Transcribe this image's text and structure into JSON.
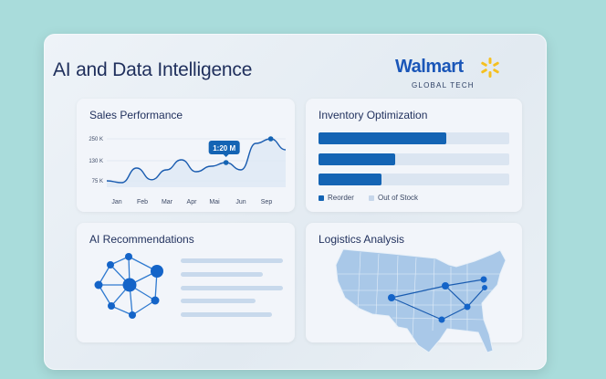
{
  "title": "AI and Data Intelligence",
  "logo": {
    "name": "Walmart",
    "subtitle": "GLOBAL TECH"
  },
  "colors": {
    "accent": "#1464b4",
    "background": "#a9dcdb"
  },
  "panels": {
    "sales": "Sales Performance",
    "inventory": "Inventory Optimization",
    "ai": "AI Recommendations",
    "logistics": "Logistics Analysis"
  },
  "chart_data": {
    "type": "line",
    "title": "Sales Performance",
    "x_labels": [
      "Jan",
      "Feb",
      "Mar",
      "Apr",
      "Mai",
      "Jun",
      "Sep"
    ],
    "y_ticks": [
      {
        "label": "75 K",
        "value": 75
      },
      {
        "label": "130 K",
        "value": 130
      },
      {
        "label": "250 K",
        "value": 250
      }
    ],
    "series": [
      {
        "name": "Sales",
        "values": [
          75,
          70,
          110,
          78,
          105,
          135,
          100,
          115,
          125,
          105,
          225,
          250,
          190
        ]
      }
    ],
    "highlight": {
      "index": 8,
      "label": "1:20 M"
    },
    "peak_index": 11
  },
  "inventory": {
    "bars": [
      {
        "fill": 0.67
      },
      {
        "fill": 0.4
      },
      {
        "fill": 0.33
      }
    ],
    "legend": [
      {
        "label": "Reorder",
        "color": "#1464b4"
      },
      {
        "label": "Out of Stock",
        "color": "#c6d6ea"
      }
    ]
  }
}
